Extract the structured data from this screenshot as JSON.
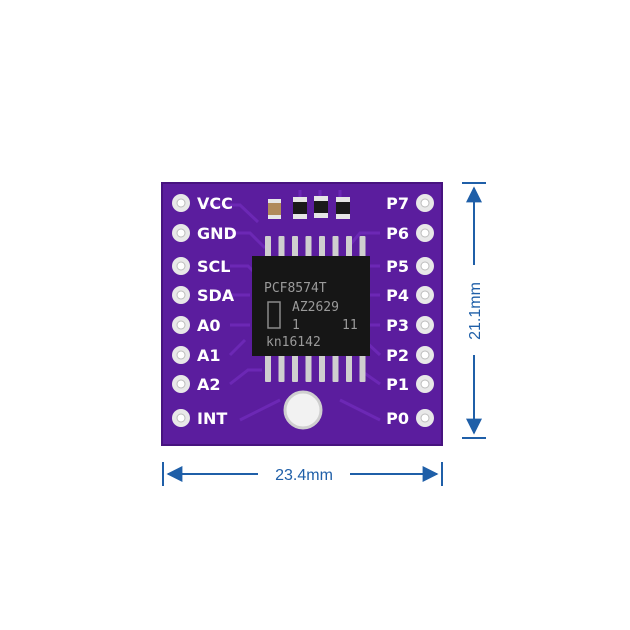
{
  "board": {
    "left_pins": [
      "VCC",
      "GND",
      "SCL",
      "SDA",
      "A0",
      "A1",
      "A2",
      "INT"
    ],
    "right_pins": [
      "P7",
      "P6",
      "P5",
      "P4",
      "P3",
      "P2",
      "P1",
      "P0"
    ],
    "chip_lines": [
      "PCF8574T",
      "AZ2629",
      "1",
      "11",
      "kn16142"
    ],
    "colors": {
      "pcb": "#5b1d9e",
      "pcb_edge": "#47137f",
      "trace": "#6e2ab8",
      "pad": "#e8e8e8",
      "chip": "#161616",
      "pin": "#cfcfcf"
    }
  },
  "dimensions": {
    "width_label": "23.4mm",
    "height_label": "21.1mm",
    "color": "#1f5fa8"
  }
}
